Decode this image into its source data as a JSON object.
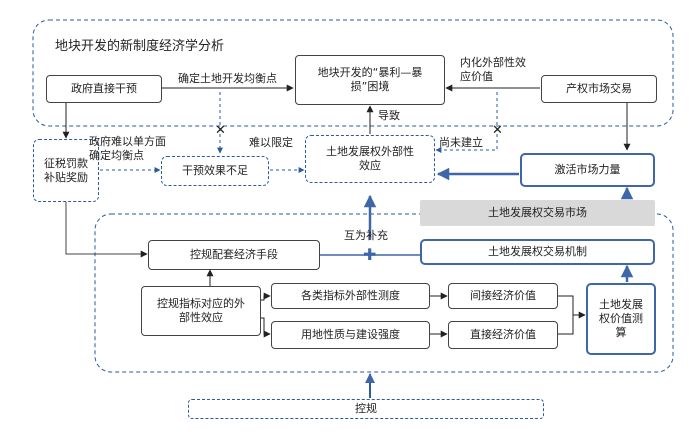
{
  "diagram": {
    "title": "地块开发的新制度经济学分析",
    "nodes": {
      "gov": "政府直接干预",
      "dilemma": "地块开发的“暴利—暴损”困境",
      "market": "产权市场交易",
      "tax": "征税罚款补贴奖励",
      "ineffective": "干预效果不足",
      "externality": "土地发展权外部性效应",
      "stimulate": "激活市场力量",
      "trade_market": "土地发展权交易市场",
      "econ_means": "控规配套经济手段",
      "trade_mech": "土地发展权交易机制",
      "indicator": "控规指标对应的外部性效应",
      "measure": "各类指标外部性测度",
      "landuse": "用地性质与建设强度",
      "indirect": "间接经济价值",
      "direct": "直接经济价值",
      "valuation": "土地发展权价值测算",
      "control": "控规"
    },
    "edge_labels": {
      "equilibrium": "确定土地开发均衡点",
      "internalize": "内化外部性效应价值",
      "gov_hard": "政府难以单方面确定均衡点",
      "hard_limit": "难以限定",
      "lead_to": "导致",
      "not_built": "尚未建立",
      "complement": "互为补充"
    }
  }
}
